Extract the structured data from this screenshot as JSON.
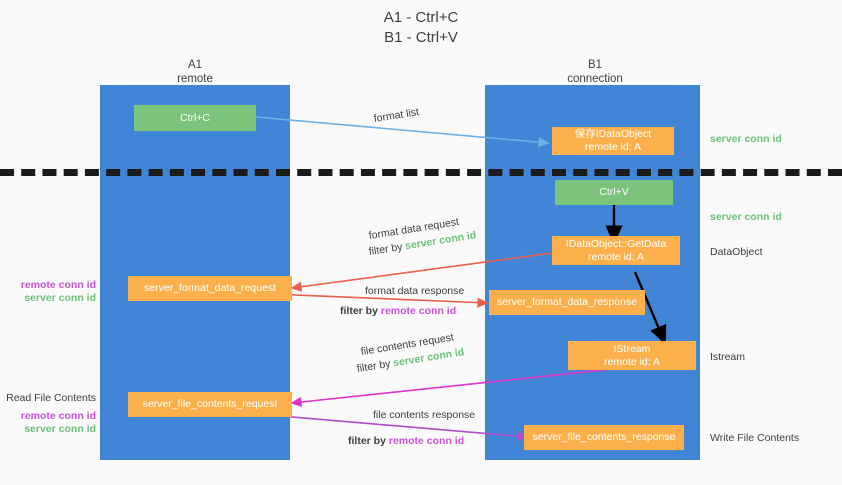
{
  "title": {
    "line1": "A1 - Ctrl+C",
    "line2": "B1 - Ctrl+V"
  },
  "columns": [
    {
      "name": "A1",
      "sub": "remote"
    },
    {
      "name": "B1",
      "sub": "connection"
    }
  ],
  "boxes": {
    "ctrl_c": "Ctrl+C",
    "ctrl_v": "Ctrl+V",
    "save_idataobject_l1": "保存IDataObject",
    "save_idataobject_l2": "remote id: A",
    "getdata_l1": "IDataObject::GetData",
    "getdata_l2": "remote id: A",
    "istream_l1": "IStream",
    "istream_l2": "remote id: A",
    "server_format_data_request": "server_format_data_request",
    "server_format_data_response": "server_format_data_response",
    "server_file_contents_request": "server_file_contents_request",
    "server_file_contents_response": "server_file_contents_response"
  },
  "edge_labels": {
    "format_list": "format list",
    "format_data_request": "format data request",
    "format_data_response": "format data response",
    "file_contents_request": "file contents request",
    "file_contents_response": "file contents response",
    "filter_by": "filter by",
    "server_conn_id": "server conn id",
    "remote_conn_id": "remote conn id"
  },
  "side_labels": {
    "left_remote_conn_id": "remote conn id",
    "left_server_conn_id": "server conn id",
    "read_file_contents": "Read File Contents",
    "left_remote_conn_id_2": "remote conn id",
    "left_server_conn_id_2": "server conn id",
    "right_server_conn_id_1": "server conn id",
    "right_server_conn_id_2": "server conn id",
    "right_dataobject": "DataObject",
    "right_istream": "Istream",
    "right_write_file_contents": "Write File Contents"
  },
  "colors": {
    "column": "#4285d6",
    "green_box": "#7cc37c",
    "orange_box": "#fbb04c",
    "server_conn_id": "#6cc07a",
    "remote_conn_id": "#c653d6",
    "arrow_blue": "#6ab0e8",
    "arrow_red": "#e8604c",
    "arrow_magenta": "#e033c8",
    "arrow_purple": "#b04ccb",
    "arrow_black": "#000000",
    "dashed_divider": "#1b1b1b",
    "background": "#fafafa"
  }
}
